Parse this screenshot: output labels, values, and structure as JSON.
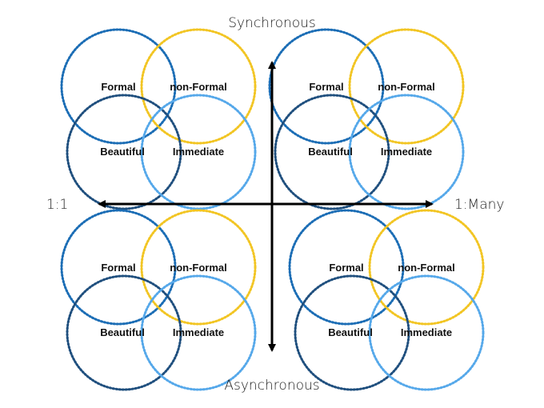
{
  "axes": {
    "top": "Synchronous",
    "bottom": "Asynchronous",
    "left": "1:1",
    "right": "1:Many"
  },
  "circle_labels": [
    "Formal",
    "non-Formal",
    "Beautiful",
    "Immediate"
  ],
  "circle_colors": {
    "Formal": "#1b6db5",
    "non-Formal": "#f2c523",
    "Beautiful": "#1f4f7e",
    "Immediate": "#55a8ea"
  },
  "quadrants": [
    "synchronous-1to1",
    "synchronous-1tomany",
    "asynchronous-1to1",
    "asynchronous-1tomany"
  ]
}
